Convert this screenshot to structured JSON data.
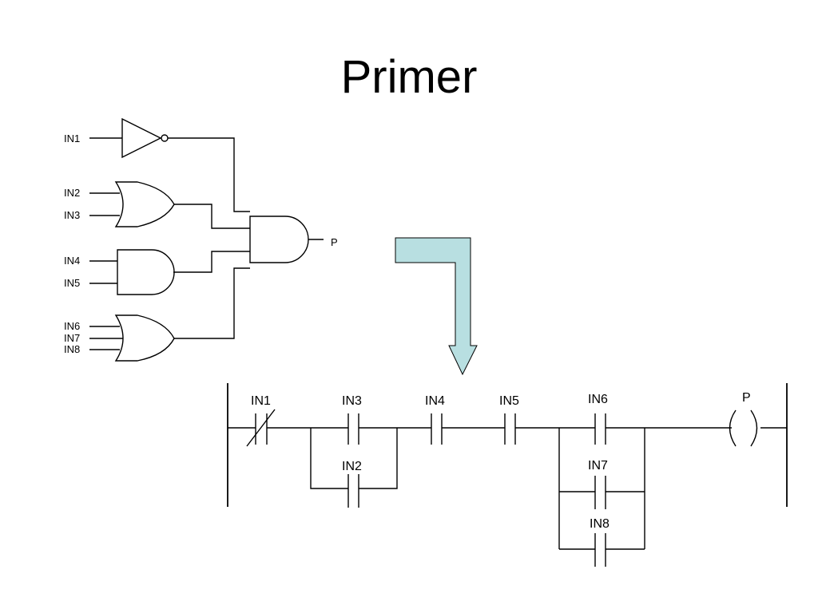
{
  "slide": {
    "title": "Primer"
  },
  "colors": {
    "arrow_fill": "#b8dfe1",
    "line": "#000000",
    "background": "#ffffff"
  },
  "logic_diagram": {
    "inputs": [
      "IN1",
      "IN2",
      "IN3",
      "IN4",
      "IN5",
      "IN6",
      "IN7",
      "IN8"
    ],
    "output": "P",
    "gates": [
      {
        "type": "NOT",
        "inputs": [
          "IN1"
        ]
      },
      {
        "type": "OR",
        "inputs": [
          "IN2",
          "IN3"
        ]
      },
      {
        "type": "AND",
        "inputs": [
          "IN4",
          "IN5"
        ]
      },
      {
        "type": "OR",
        "inputs": [
          "IN6",
          "IN7",
          "IN8"
        ]
      },
      {
        "type": "AND",
        "inputs": [
          "NOT",
          "OR",
          "AND",
          "OR"
        ],
        "output": "P"
      }
    ]
  },
  "arrow": {
    "icon": "elbow-down-arrow"
  },
  "ladder_diagram": {
    "contacts": [
      {
        "label": "IN1",
        "type": "normally-closed"
      },
      {
        "label": "IN3",
        "type": "normally-open"
      },
      {
        "label": "IN2",
        "type": "normally-open"
      },
      {
        "label": "IN4",
        "type": "normally-open"
      },
      {
        "label": "IN5",
        "type": "normally-open"
      },
      {
        "label": "IN6",
        "type": "normally-open"
      },
      {
        "label": "IN7",
        "type": "normally-open"
      },
      {
        "label": "IN8",
        "type": "normally-open"
      }
    ],
    "coil": {
      "label": "P"
    }
  }
}
